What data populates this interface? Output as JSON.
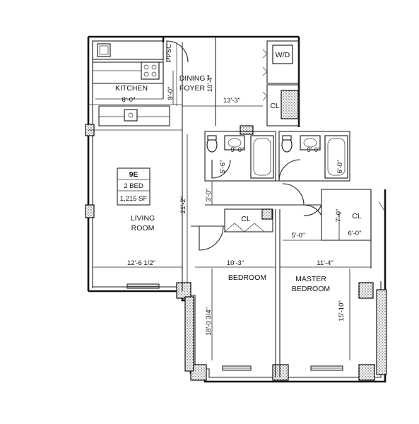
{
  "unit": {
    "number": "9E",
    "beds": "2 BED",
    "area": "1,215 SF"
  },
  "rooms": {
    "kitchen": "KITCHEN",
    "dining_line1": "DINING /",
    "dining_line2": "FOYER",
    "living_line1": "LIVING",
    "living_line2": "ROOM",
    "bedroom": "BEDROOM",
    "master_line1": "MASTER",
    "master_line2": "BEDROOM",
    "closet1": "CL",
    "closet2": "CL",
    "closet3": "CL",
    "wd": "W/D",
    "ppsc": "PPSC"
  },
  "dimensions": {
    "kitchen_width": "8'-0\"",
    "kitchen_depth": "9'-0\"",
    "dining_depth": "10'-4\"",
    "dining_width": "13'-3\"",
    "bath1_width": "9'-0\"",
    "bath2_width": "9'-0\"",
    "bath1_depth": "5'-6\"",
    "bath2_depth": "6'-0\"",
    "hall_depth": "3'-0\"",
    "unit_depth": "21'-2\"",
    "master_closet_depth": "7'-0\"",
    "master_closet_width": "6'-0\"",
    "master_closet_offset": "5'-0\"",
    "living_width": "12'-6 1/2\"",
    "bedroom_width": "10'-3\"",
    "bedroom_depth": "18'-0 3/4\"",
    "master_width": "11'-4\"",
    "master_depth": "15'-10\""
  }
}
